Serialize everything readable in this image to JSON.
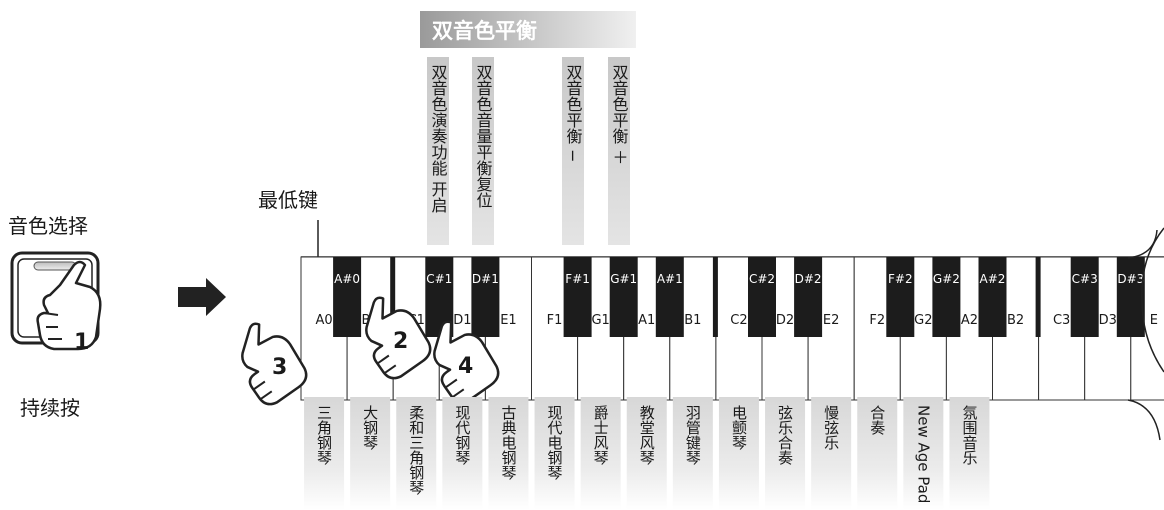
{
  "header": {
    "title": "双音色平衡"
  },
  "left_panel": {
    "select_label": "音色选择",
    "hold_label": "持续按",
    "step1": "1"
  },
  "lowest_key_label": "最低键",
  "function_labels": [
    "双音色演奏功能 开启",
    "双音色音量平衡复位",
    "双音色平衡 −",
    "双音色平衡 ＋"
  ],
  "white_keys": [
    "A0",
    "B0",
    "C1",
    "D1",
    "E1",
    "F1",
    "G1",
    "A1",
    "B1",
    "C2",
    "D2",
    "E2",
    "F2",
    "G2",
    "A2",
    "B2",
    "C3",
    "D3",
    "E"
  ],
  "black_keys": [
    "A#0",
    "C#1",
    "D#1",
    "F#1",
    "G#1",
    "A#1",
    "C#2",
    "D#2",
    "F#2",
    "G#2",
    "A#2",
    "C#3",
    "D#3"
  ],
  "steps": {
    "two": "2",
    "three": "3",
    "four": "4"
  },
  "voices": [
    "三角钢琴",
    "大钢琴",
    "柔和三角钢琴",
    "现代钢琴",
    "古典电钢琴",
    "现代电钢琴",
    "爵士风琴",
    "教堂风琴",
    "羽管键琴",
    "电颤琴",
    "弦乐合奏",
    "慢弦乐",
    "合奏",
    "New Age Pad",
    "氛围音乐"
  ],
  "colors": {
    "black_key": "#1c1c1c",
    "label_bar": "#c9c9c9",
    "header_start": "#9a9a9a",
    "header_end": "#f2f2f2",
    "arrow": "#222222"
  }
}
